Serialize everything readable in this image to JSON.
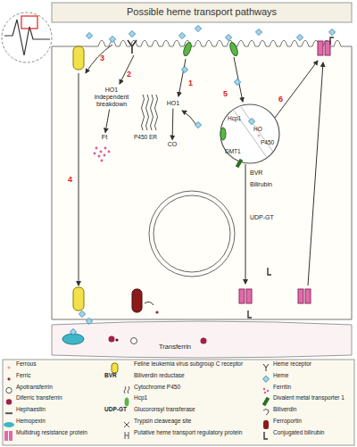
{
  "diagram": {
    "title": "Possible heme transport pathways",
    "nodes": [
      {
        "text": [
          "HO1 independent breakdown"
        ]
      },
      {
        "text": [
          "Ft"
        ]
      },
      {
        "text": [
          "HO1"
        ]
      },
      {
        "text": [
          "CO"
        ]
      }
    ],
    "edges": [
      {
        "from": 0,
        "to": 1,
        "arrow": "to"
      },
      {
        "from": 2,
        "to": 3,
        "arrow": "to"
      }
    ],
    "labels": [
      "1",
      "2",
      "3",
      "4",
      "5",
      "6",
      "P450 ER",
      "Hcp1",
      "HO",
      "P450",
      "DMT1",
      "BVR",
      "Bilirubin",
      "UDP-GT",
      "Transferrin",
      "BVR",
      "UDP-GT"
    ],
    "legend": [
      {
        "text": "Ferrous"
      },
      {
        "text": "Ferric"
      },
      {
        "text": "Apotransferrin"
      },
      {
        "text": "Diferric transferrin"
      },
      {
        "text": "Hephaestin"
      },
      {
        "text": "Hemopexin"
      },
      {
        "text": "Multidrug resistance protein"
      },
      {
        "text": "Feline leukemia virus subgroup C receptor"
      },
      {
        "text": "Biliverdin reductase"
      },
      {
        "text": "Cytochrome P450"
      },
      {
        "text": "Hcp1"
      },
      {
        "text": "Glucoronsyl transferase"
      },
      {
        "text": "Trypsin cleaveage site"
      },
      {
        "text": "Putative heme transport regulatory protein"
      },
      {
        "text": "Heme receptor"
      },
      {
        "text": "Heme"
      },
      {
        "text": "Ferritin"
      },
      {
        "text": "Divalent metal transporter 1"
      },
      {
        "text": "Biliverdin"
      },
      {
        "text": "Ferroportin"
      },
      {
        "text": "Conjugated bilirubin"
      }
    ]
  }
}
